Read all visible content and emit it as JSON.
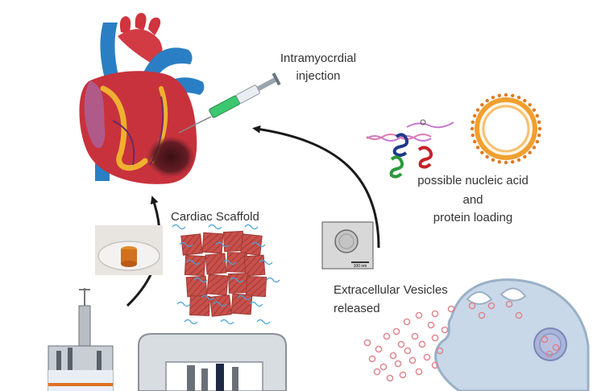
{
  "labels": {
    "injection_line1": "Intramyocrdial",
    "injection_line2": "injection",
    "nucleic_line1": "possible nucleic acid",
    "nucleic_line2": "and",
    "nucleic_line3": "protein loading",
    "scaffold": "Cardiac Scaffold",
    "ev_line1": "Extracellular Vesicles",
    "ev_line2": "released",
    "scale_bar": "100 nm"
  },
  "colors": {
    "text": "#333333",
    "arrow": "#1a1a1a",
    "heart_red": "#c8323c",
    "aorta_blue": "#2a7fc4",
    "scaffold": "#c8504a",
    "scaffold_fiber": "#4aa3d8",
    "cell": "#c8d8e8",
    "cell_border": "#9ab0c6",
    "vesicle": "#e0808a",
    "lipid_orange": "#f0a030"
  },
  "icons": [
    "heart-illustration",
    "syringe-icon",
    "nucleic-acid-strands-icon",
    "liposome-icon",
    "petri-dish-photo",
    "cardiac-scaffold-mesh",
    "tem-micrograph",
    "cell-releasing-vesicles",
    "bioreactor-icon",
    "incubator-icon"
  ]
}
